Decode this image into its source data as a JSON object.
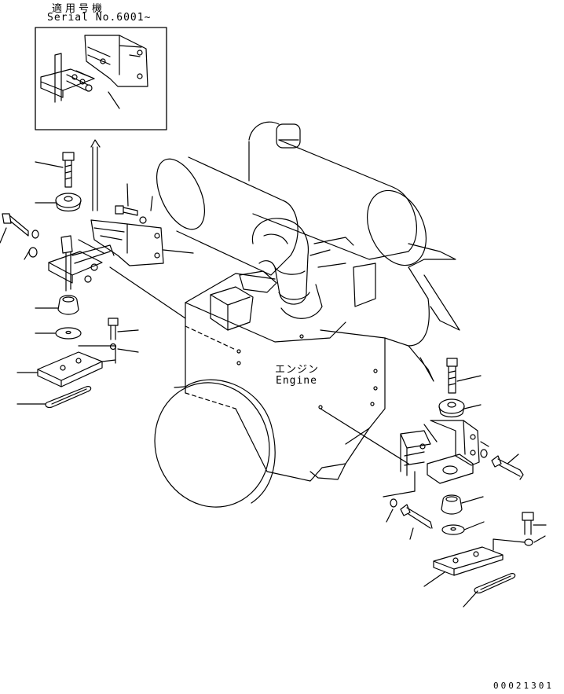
{
  "header": {
    "applicable_label": "適用号機",
    "serial_label": "Serial No.6001~"
  },
  "engine": {
    "label_ja": "エンジン",
    "label_en": "Engine"
  },
  "footer": {
    "drawing_code": "00021301"
  }
}
